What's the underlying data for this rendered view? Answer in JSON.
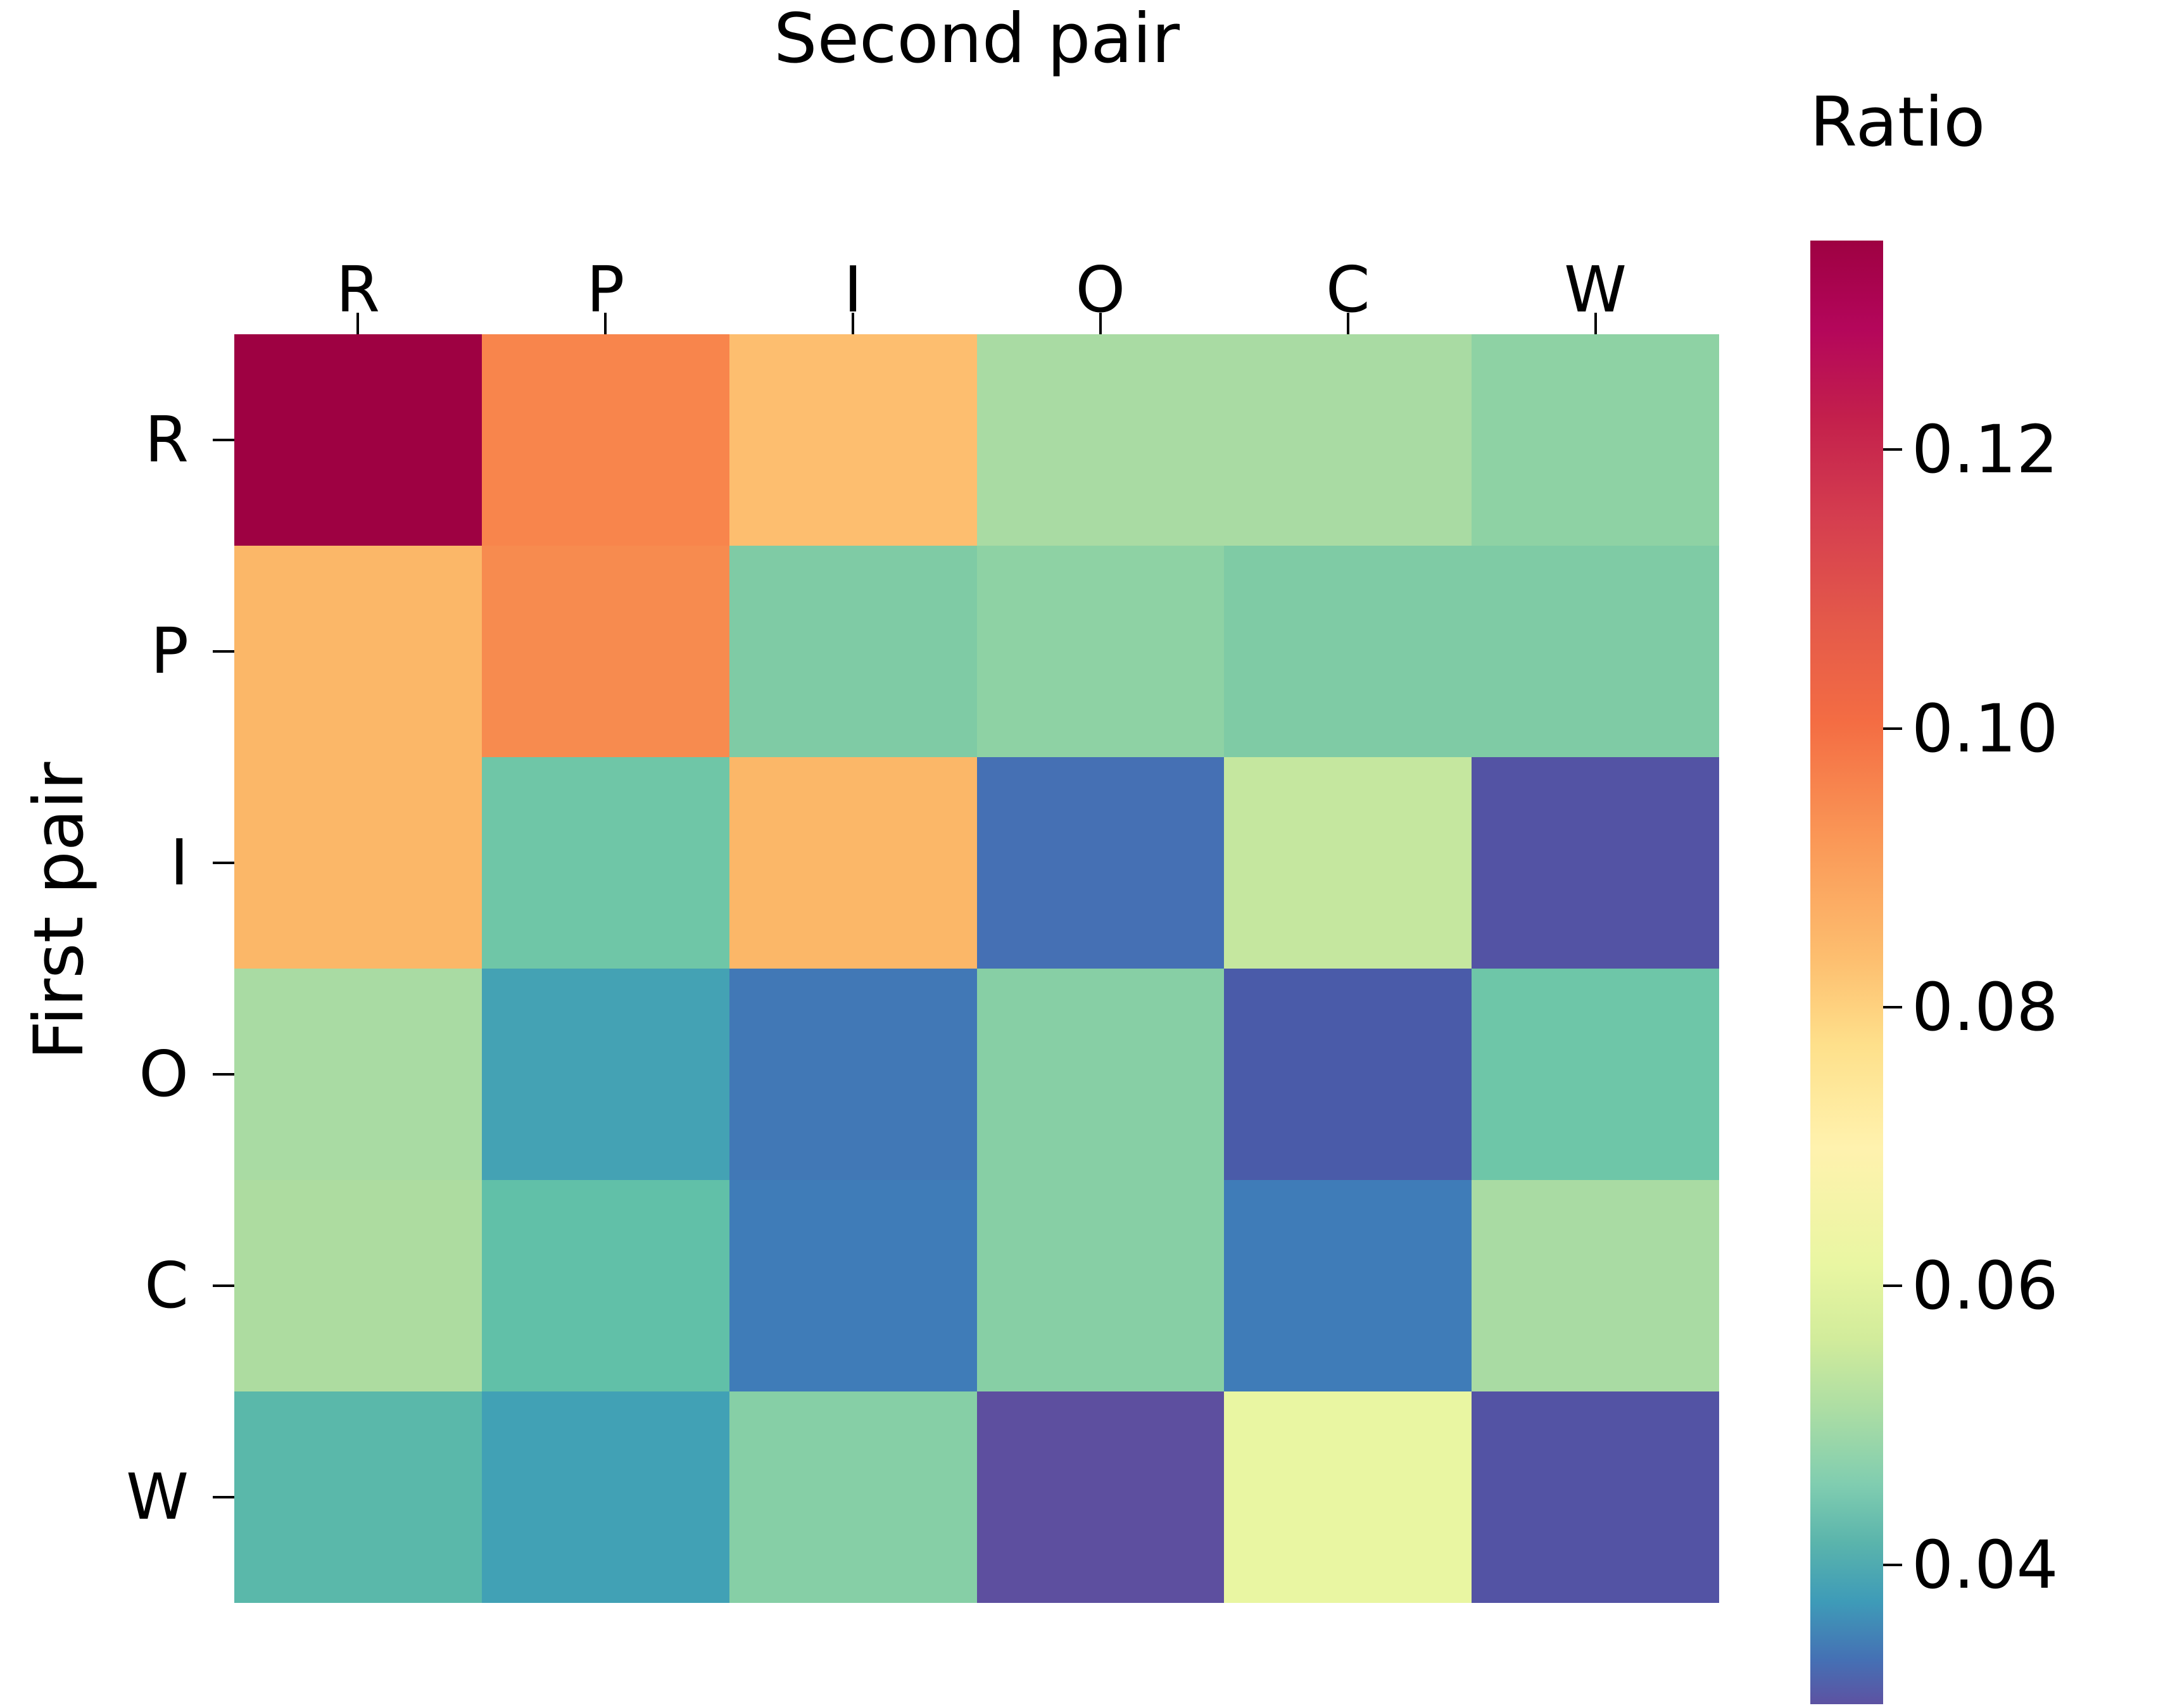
{
  "chart_data": {
    "type": "heatmap",
    "title": "Second pair",
    "xlabel": "Second pair",
    "ylabel": "First pair",
    "colorbar_title": "Ratio",
    "colormap": "Spectral_r",
    "grid": false,
    "legend_position": "right-colorbar",
    "x_categories": [
      "R",
      "P",
      "I",
      "O",
      "C",
      "W"
    ],
    "y_categories": [
      "R",
      "P",
      "I",
      "O",
      "C",
      "W"
    ],
    "colorbar_ticks": [
      "0.12",
      "0.10",
      "0.08",
      "0.06",
      "0.04"
    ],
    "colorbar_tick_values": [
      0.12,
      0.1,
      0.08,
      0.06,
      0.04
    ],
    "vmin": 0.03,
    "vmax": 0.135,
    "rows": [
      {
        "label": "R",
        "values": [
          0.135,
          0.104,
          0.098,
          0.068,
          0.067,
          0.065
        ],
        "colors": [
          "#9e0142",
          "#f8854c",
          "#fdbe6f",
          "#a9dba3",
          "#a9dba3",
          "#8ed2a4"
        ]
      },
      {
        "label": "P",
        "values": [
          0.098,
          0.104,
          0.064,
          0.066,
          0.063,
          0.064
        ],
        "colors": [
          "#fbb768",
          "#f78b4f",
          "#7fcba5",
          "#8ed2a4",
          "#7fcba5",
          "#7fcba5"
        ]
      },
      {
        "label": "I",
        "values": [
          0.098,
          0.062,
          0.098,
          0.042,
          0.079,
          0.037
        ],
        "colors": [
          "#fbb768",
          "#6fc6a7",
          "#fbb768",
          "#4570b4",
          "#c5e79f",
          "#5353a4"
        ]
      },
      {
        "label": "O",
        "values": [
          0.069,
          0.053,
          0.044,
          0.065,
          0.04,
          0.063
        ],
        "colors": [
          "#a9dba3",
          "#44a2b4",
          "#4178b6",
          "#87cfa5",
          "#4a5ba9",
          "#6ec6a8"
        ]
      },
      {
        "label": "C",
        "values": [
          0.07,
          0.062,
          0.044,
          0.065,
          0.044,
          0.069
        ],
        "colors": [
          "#addca0",
          "#61c0a8",
          "#3f7cb8",
          "#87cfa5",
          "#3f7cb8",
          "#a9dba3"
        ]
      },
      {
        "label": "W",
        "values": [
          0.06,
          0.054,
          0.064,
          0.034,
          0.08,
          0.037
        ],
        "colors": [
          "#5ab8aa",
          "#41a1b5",
          "#86cfa6",
          "#5d4f9f",
          "#e9f6a2",
          "#5353a4"
        ]
      }
    ]
  },
  "axes": {
    "column_axis_title": "Second pair",
    "row_axis_title": "First pair",
    "column_ticks": [
      "R",
      "P",
      "I",
      "O",
      "C",
      "W"
    ],
    "row_ticks": [
      "R",
      "P",
      "I",
      "O",
      "C",
      "W"
    ]
  },
  "colorbar": {
    "title": "Ratio",
    "ticks": [
      {
        "label": "0.12",
        "value": 0.12
      },
      {
        "label": "0.10",
        "value": 0.1
      },
      {
        "label": "0.08",
        "value": 0.08
      },
      {
        "label": "0.06",
        "value": 0.06
      },
      {
        "label": "0.04",
        "value": 0.04
      }
    ],
    "top_color": "#9e0142",
    "bottom_color": "#5d52a2"
  }
}
